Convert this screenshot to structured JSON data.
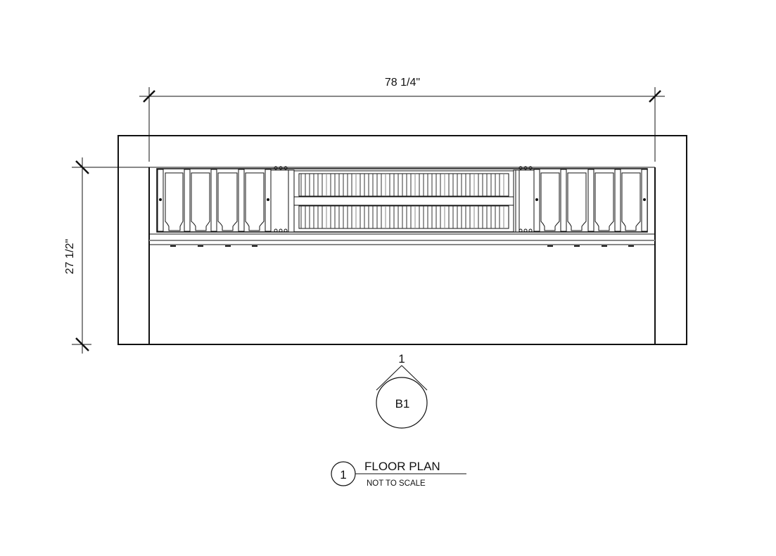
{
  "drawing": {
    "dimensions": {
      "width_label": "78 1/4\"",
      "height_label": "27 1/2\""
    },
    "section_marker": {
      "number": "1",
      "sheet": "B1"
    },
    "title_block": {
      "number": "1",
      "title": "FLOOR PLAN",
      "scale": "NOT TO SCALE"
    },
    "colors": {
      "line": "#111111",
      "fill": "#ffffff",
      "gray": "#888888"
    }
  }
}
